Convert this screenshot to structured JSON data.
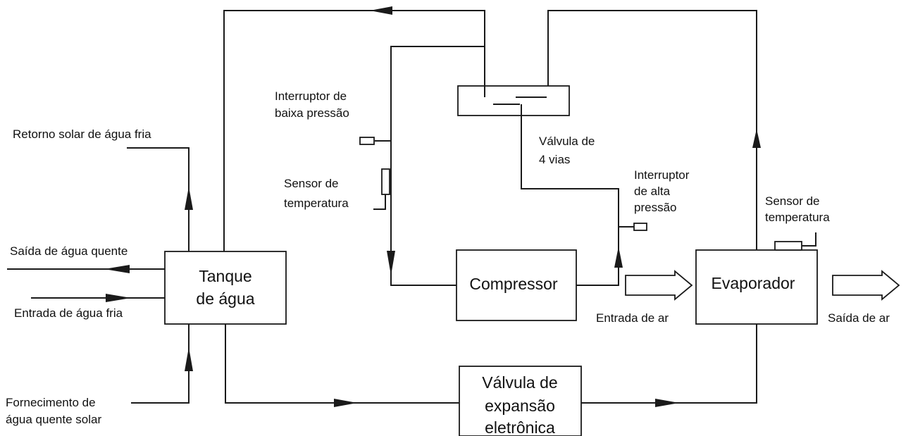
{
  "components": {
    "water_tank": [
      "Tanque",
      "de água"
    ],
    "compressor": "Compressor",
    "evaporator": "Evaporador",
    "expansion_valve": [
      "Válvula de",
      "expansão",
      "eletrônica"
    ]
  },
  "labels": {
    "solar_cold_return": "Retorno solar de água fria",
    "hot_water_outlet": "Saída de água quente",
    "cold_water_inlet": "Entrada de água fria",
    "solar_hot_supply": [
      "Fornecimento de",
      "água quente solar"
    ],
    "low_pressure_switch": [
      "Interruptor de",
      "baixa pressão"
    ],
    "temp_sensor_left": [
      "Sensor de",
      "temperatura"
    ],
    "four_way_valve": [
      "Válvula de",
      "4 vias"
    ],
    "high_pressure_switch": [
      "Interruptor",
      "de alta",
      "pressão"
    ],
    "temp_sensor_right": [
      "Sensor de",
      "temperatura"
    ],
    "air_inlet": "Entrada de ar",
    "air_outlet": "Saída de ar"
  },
  "colors": {
    "line": "#1a1a1a",
    "background": "#ffffff"
  }
}
